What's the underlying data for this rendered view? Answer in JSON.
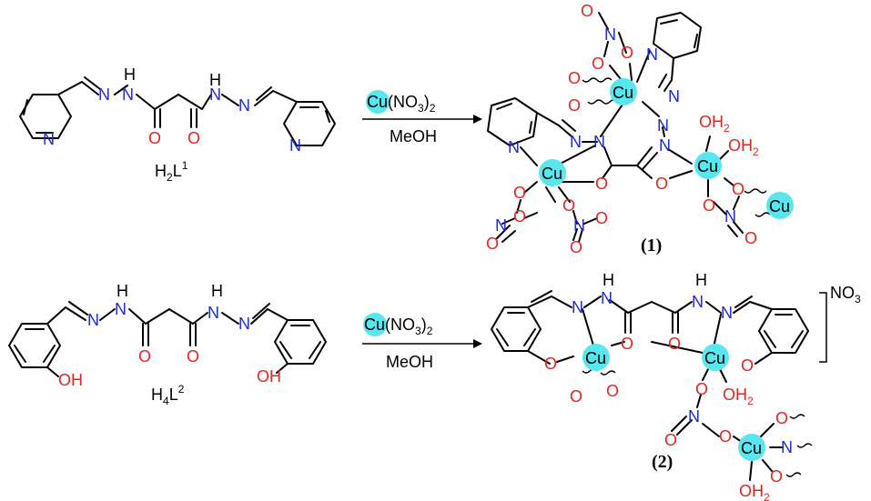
{
  "reaction1": {
    "reagent_prefix": "Cu",
    "reagent_body": "(NO",
    "reagent_sub": "3",
    "reagent_close": ")",
    "reagent_sub2": "2",
    "solvent": "MeOH",
    "ligand_H": "H",
    "ligand_H_sub": "2",
    "ligand_L": "L",
    "ligand_sup": "1",
    "product_label": "(1)"
  },
  "reaction2": {
    "reagent_prefix": "Cu",
    "reagent_body": "(NO",
    "reagent_sub": "3",
    "reagent_close": ")",
    "reagent_sub2": "2",
    "solvent": "MeOH",
    "ligand_H": "H",
    "ligand_H_sub": "4",
    "ligand_L": "L",
    "ligand_sup": "2",
    "product_label": "(2)",
    "counter_ion": "NO",
    "counter_ion_sub": "3"
  },
  "atoms": {
    "N": "N",
    "H": "H",
    "O": "O",
    "OH": "OH",
    "Cu": "Cu",
    "OH2": "OH",
    "two": "2"
  },
  "colors": {
    "oxygen": "#e8231d",
    "nitrogen": "#1f2bd0",
    "copper": "#58e6ef",
    "bond": "#000000"
  }
}
